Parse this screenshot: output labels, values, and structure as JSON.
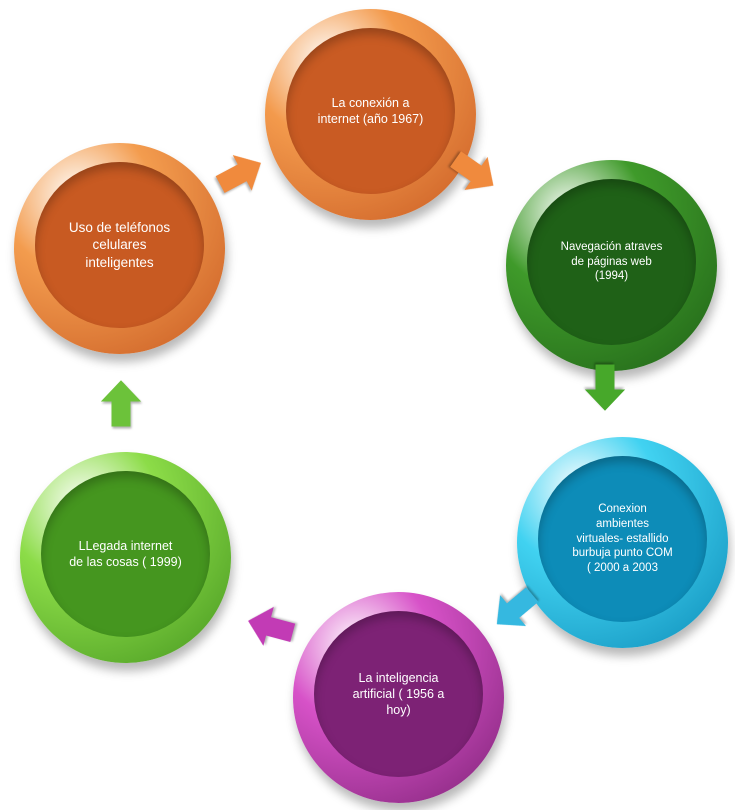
{
  "diagram": {
    "type": "cycle",
    "nodes": [
      {
        "id": "n1",
        "label": "La conexión a\ninternet (año 1967)",
        "rim_color": "#f39a4c",
        "face_color": "#c95b23"
      },
      {
        "id": "n2",
        "label": "Navegación atraves\nde páginas web\n(1994)",
        "rim_color": "#3f9a2a",
        "face_color": "#1f6117"
      },
      {
        "id": "n3",
        "label": "Conexion\nambientes\nvirtuales- estallido\nburbuja punto COM\n( 2000 a 2003",
        "rim_color": "#41d2f1",
        "face_color": "#0d8cb8"
      },
      {
        "id": "n4",
        "label": "La inteligencia\nartificial ( 1956 a\nhoy)",
        "rim_color": "#d752c8",
        "face_color": "#7d2275"
      },
      {
        "id": "n5",
        "label": "LLegada  internet\nde las cosas ( 1999)",
        "rim_color": "#8cdc48",
        "face_color": "#45961f"
      },
      {
        "id": "n6",
        "label": "Uso de teléfonos\ncelulares\ninteligentes",
        "rim_color": "#f39c4e",
        "face_color": "#c85a22"
      }
    ],
    "arrows": [
      {
        "from": "n1",
        "to": "n2",
        "color": "#f08a3d",
        "icon": "arrow-right-icon"
      },
      {
        "from": "n2",
        "to": "n3",
        "color": "#47a82a",
        "icon": "arrow-down-icon"
      },
      {
        "from": "n3",
        "to": "n4",
        "color": "#35b8e0",
        "icon": "arrow-down-left-icon"
      },
      {
        "from": "n4",
        "to": "n5",
        "color": "#c23bb5",
        "icon": "arrow-left-icon"
      },
      {
        "from": "n5",
        "to": "n6",
        "color": "#6cc23a",
        "icon": "arrow-up-icon"
      },
      {
        "from": "n6",
        "to": "n1",
        "color": "#f08a3d",
        "icon": "arrow-up-right-icon"
      }
    ]
  }
}
